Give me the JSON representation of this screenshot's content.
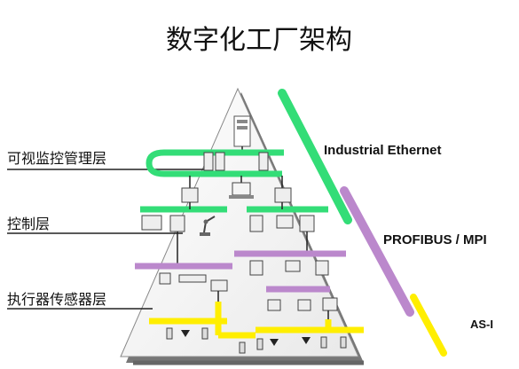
{
  "title": "数字化工厂架构",
  "levels": [
    {
      "label": "可视监控管理层"
    },
    {
      "label": "控制层"
    },
    {
      "label": "执行器传感器层"
    }
  ],
  "networks": [
    {
      "label": "Industrial Ethernet",
      "color": "#33dd77"
    },
    {
      "label": "PROFIBUS / MPI",
      "color": "#bb88cc"
    },
    {
      "label": "AS-I",
      "color": "#ffee00"
    }
  ],
  "icons": {
    "server": "server-icon",
    "pc": "pc-icon",
    "plc": "plc-icon",
    "robot": "robot-icon",
    "sensor": "sensor-icon",
    "valve": "valve-icon",
    "module": "io-module-icon"
  }
}
